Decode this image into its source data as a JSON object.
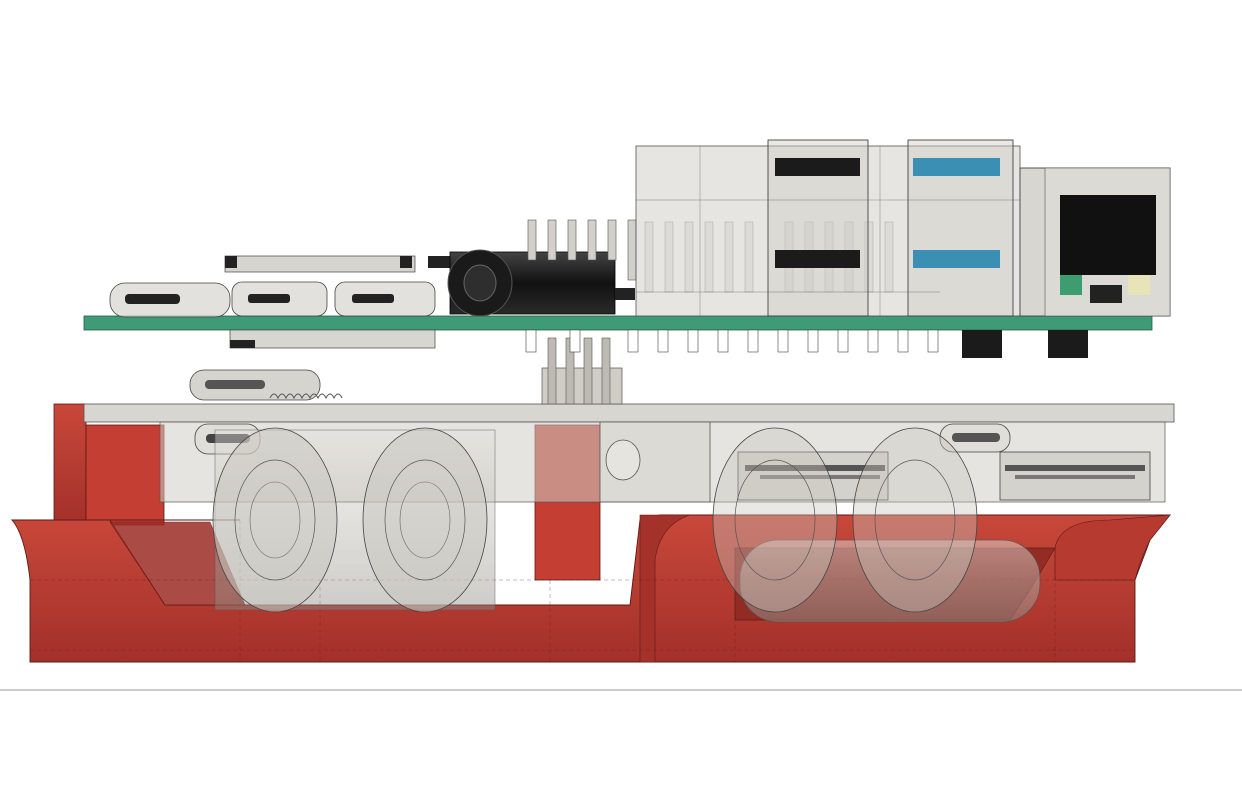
{
  "view": {
    "description_visible_text": "",
    "background_color": "#ffffff"
  },
  "colors": {
    "pcb": "#3f9a78",
    "pcb_edge": "#2f7c60",
    "enclosure_red": "#b9362c",
    "enclosure_red_dark": "#8e2a22",
    "enclosure_red_light": "#d0503f",
    "ghost_grey": "#cfcdc6",
    "ghost_grey_dark": "#a8a59d",
    "connector_black": "#1b1b1b",
    "usb_blue": "#3b8fb2",
    "ethernet_cream": "#e8e4b8",
    "ethernet_green": "#3d9c70",
    "line": "#333333"
  },
  "components": [
    {
      "name": "raspberry-pi-board",
      "icon": "pcb"
    },
    {
      "name": "usb-c-power-port",
      "icon": "usb-c"
    },
    {
      "name": "micro-hdmi-port-0",
      "icon": "micro-hdmi"
    },
    {
      "name": "micro-hdmi-port-1",
      "icon": "micro-hdmi"
    },
    {
      "name": "audio-jack",
      "icon": "jack"
    },
    {
      "name": "gpio-header",
      "icon": "pins"
    },
    {
      "name": "usb-stack-2",
      "icon": "usb-a"
    },
    {
      "name": "usb-stack-3",
      "icon": "usb-a"
    },
    {
      "name": "ethernet-port",
      "icon": "rj45"
    },
    {
      "name": "hat-board",
      "icon": "pcb"
    },
    {
      "name": "battery-cells",
      "icon": "battery"
    },
    {
      "name": "enclosure-base",
      "icon": "enclosure"
    }
  ]
}
